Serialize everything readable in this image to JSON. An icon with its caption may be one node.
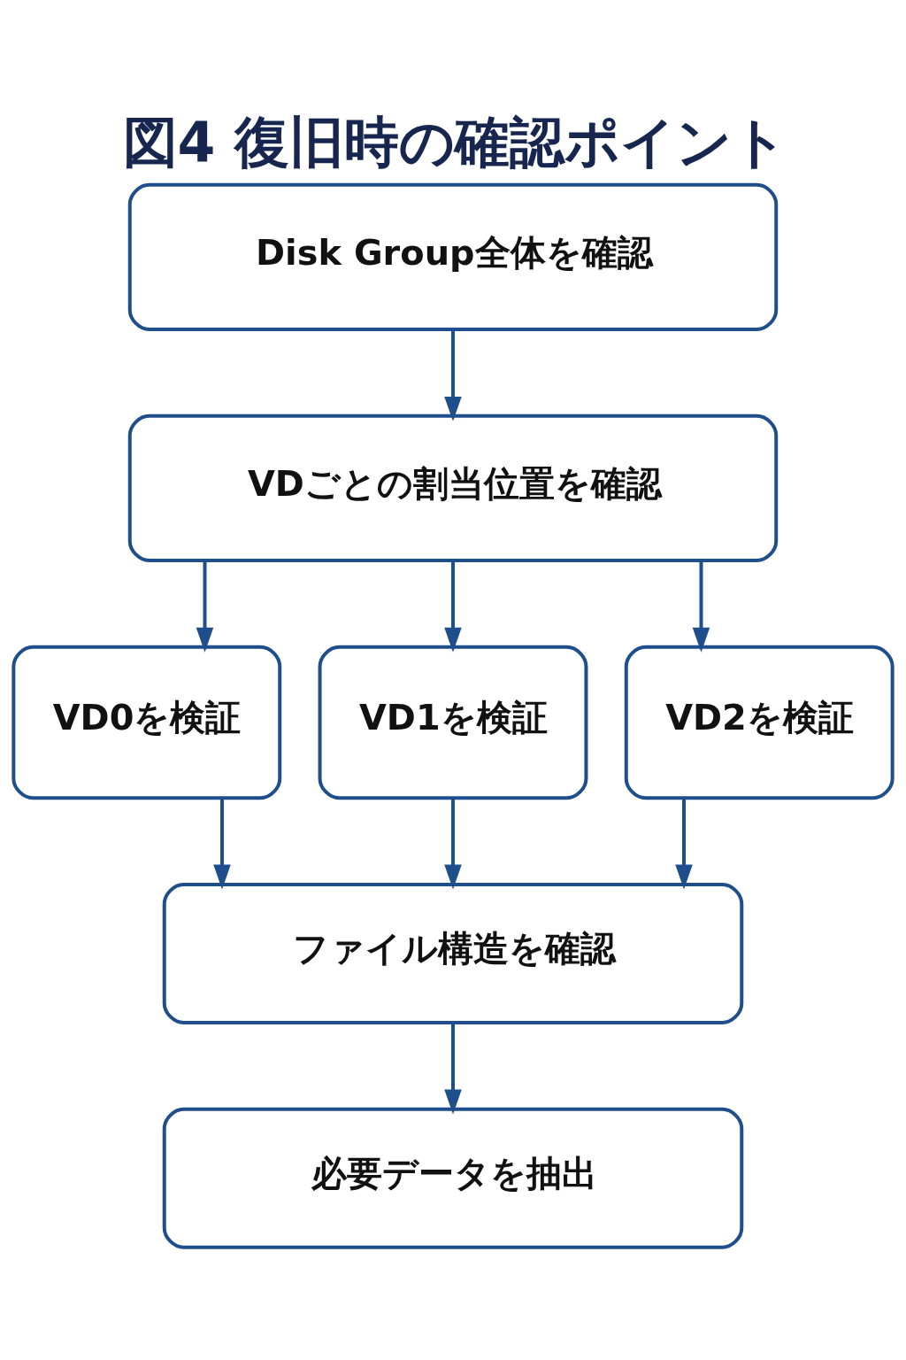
{
  "diagram": {
    "title": "図4 復旧時の確認ポイント",
    "nodes": [
      {
        "text": [
          "Disk Group全体を確認"
        ]
      },
      {
        "text": [
          "VDごとの割当位置を確認"
        ]
      },
      {
        "text": [
          "VD0を検証"
        ]
      },
      {
        "text": [
          "VD1を検証"
        ]
      },
      {
        "text": [
          "VD2を検証"
        ]
      },
      {
        "text": [
          "ファイル構造を確認"
        ]
      },
      {
        "text": [
          "必要データを抽出"
        ]
      }
    ],
    "edges": [
      {
        "from": 0,
        "to": 1,
        "arrow": "to"
      },
      {
        "from": 1,
        "to": 2,
        "arrow": "to"
      },
      {
        "from": 1,
        "to": 3,
        "arrow": "to"
      },
      {
        "from": 1,
        "to": 4,
        "arrow": "to"
      },
      {
        "from": 2,
        "to": 5,
        "arrow": "to"
      },
      {
        "from": 3,
        "to": 5,
        "arrow": "to"
      },
      {
        "from": 4,
        "to": 5,
        "arrow": "to"
      },
      {
        "from": 5,
        "to": 6,
        "arrow": "to"
      }
    ]
  }
}
